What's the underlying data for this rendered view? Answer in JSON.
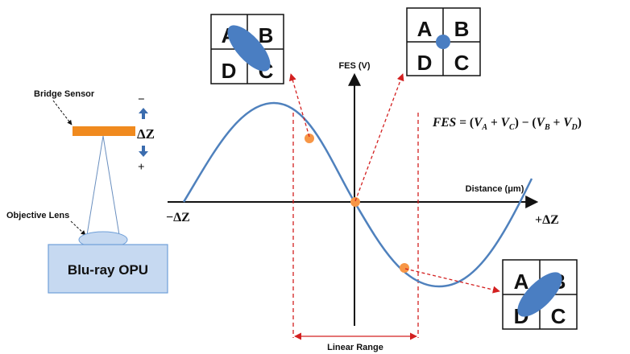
{
  "diagram": {
    "bridge_sensor_label": "Bridge Sensor",
    "objective_lens_label": "Objective Lens",
    "opu_label": "Blu-ray OPU",
    "delta_z_label": "ΔZ",
    "minus_sign": "−",
    "plus_sign": "+",
    "y_axis_label": "FES (V)",
    "x_axis_label": "Distance (μm)",
    "neg_delta_label": "−ΔZ",
    "pos_delta_label": "+ΔZ",
    "linear_range_label": "Linear Range",
    "formula": {
      "lhs": "FES",
      "eq": " = (",
      "va": "V",
      "a": "A",
      "p1": " + ",
      "vc": "V",
      "c": "C",
      "mid": ") − (",
      "vb": "V",
      "b": "B",
      "p2": " + ",
      "vd": "V",
      "d": "D",
      "end": ")"
    },
    "quadrant_letters": [
      "A",
      "B",
      "D",
      "C"
    ],
    "colors": {
      "curve": "#4f81bd",
      "spot": "#4a7ec2",
      "marker": "#f79646",
      "dashed": "#d32020",
      "sensor": "#f08a1e",
      "opu_fill": "#c6d9f1",
      "opu_border": "#6f9fd8",
      "arrow_blue": "#3b6cae"
    }
  }
}
